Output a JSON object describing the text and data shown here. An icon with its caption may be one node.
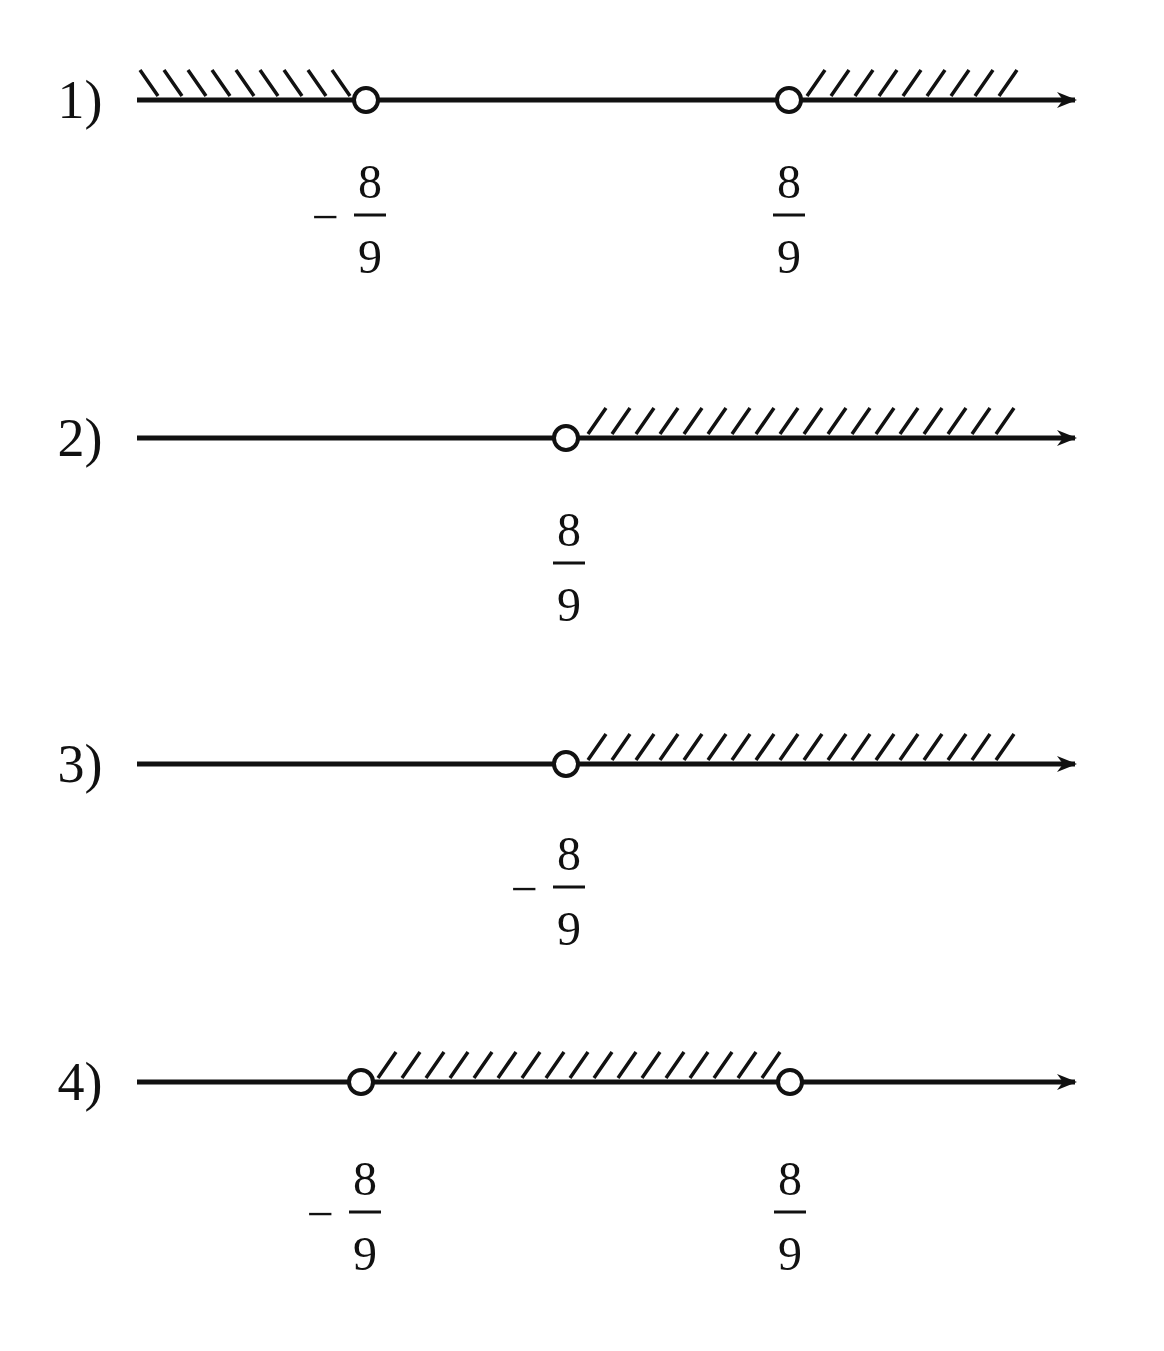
{
  "diagram": {
    "labels": [
      "1)",
      "−",
      "8",
      "9",
      "8",
      "9",
      "2)",
      "8",
      "9",
      "3)",
      "−",
      "8",
      "9",
      "4)",
      "−",
      "8",
      "9",
      "8",
      "9"
    ]
  }
}
